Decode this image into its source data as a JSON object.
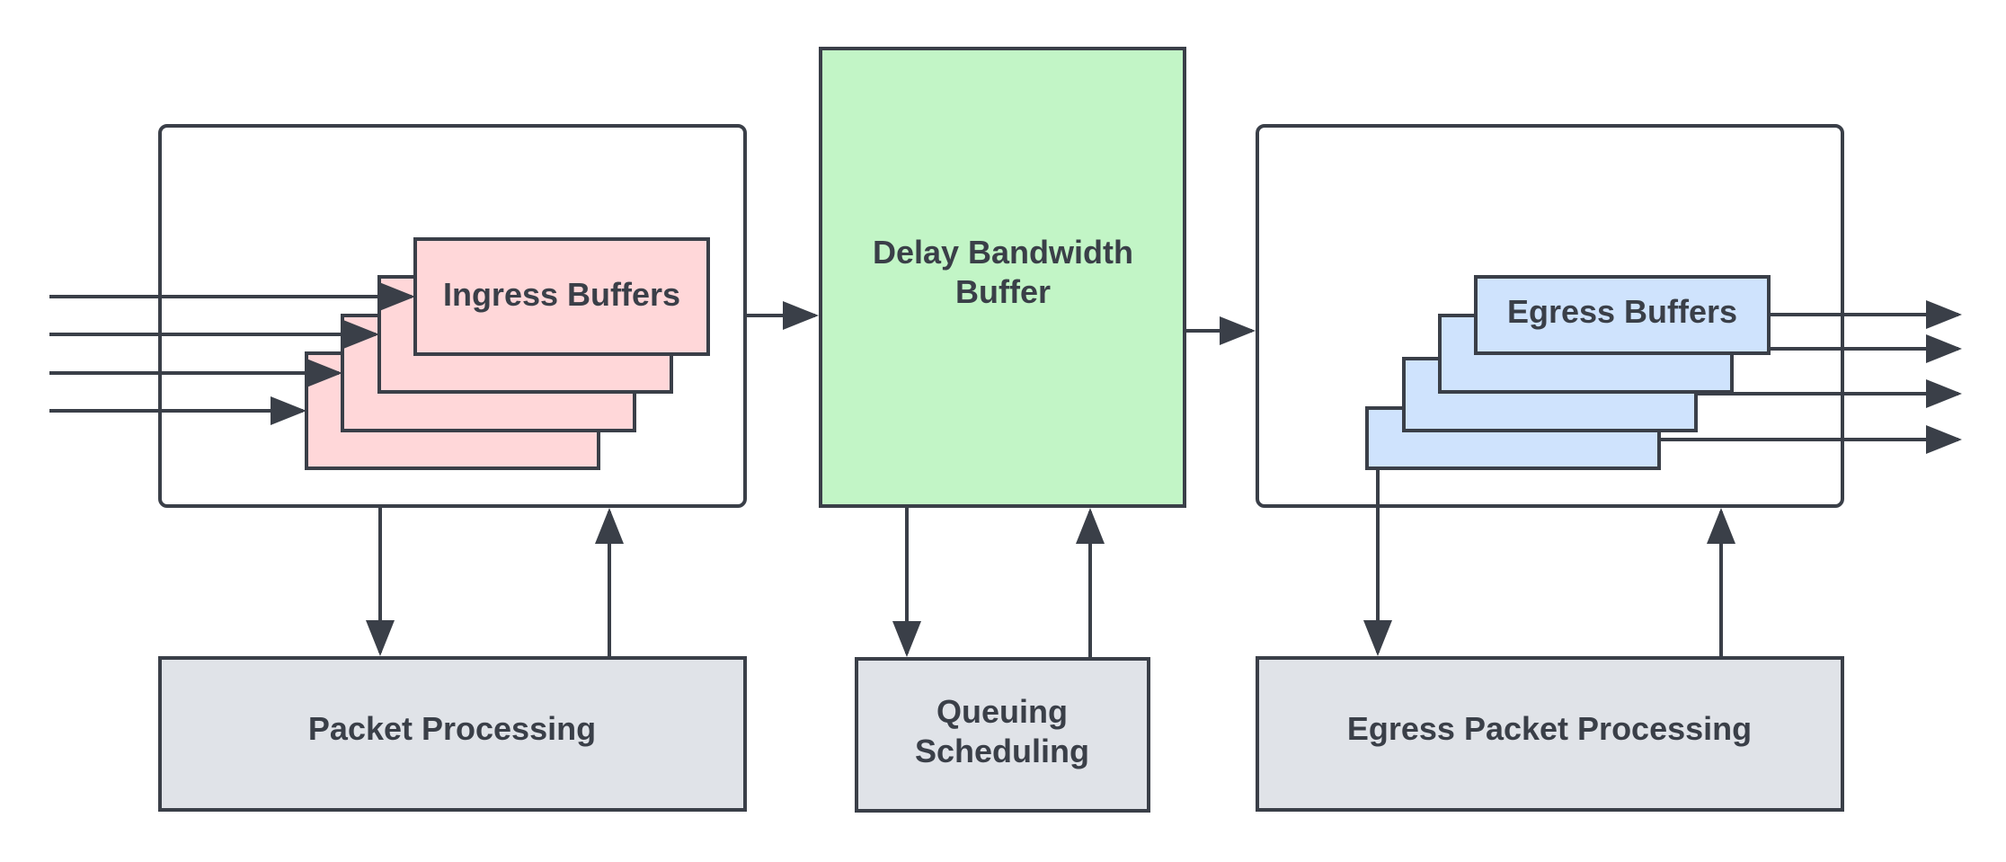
{
  "colors": {
    "stroke": "#3a3f48",
    "ingress_fill": "#ffd7d9",
    "buffer_fill": "#c2f5c6",
    "egress_fill": "#cfe3fd",
    "processing_fill": "#e0e3e8",
    "container_fill": "#ffffff"
  },
  "ingress": {
    "buffers_label": "Ingress Buffers"
  },
  "center": {
    "buffer_label_line1": "Delay Bandwidth",
    "buffer_label_line2": "Buffer"
  },
  "egress": {
    "buffers_label": "Egress Buffers"
  },
  "processing": {
    "packet_processing": "Packet Processing",
    "queuing_line1": "Queuing",
    "queuing_line2": "Scheduling",
    "egress_packet_processing": "Egress Packet Processing"
  }
}
